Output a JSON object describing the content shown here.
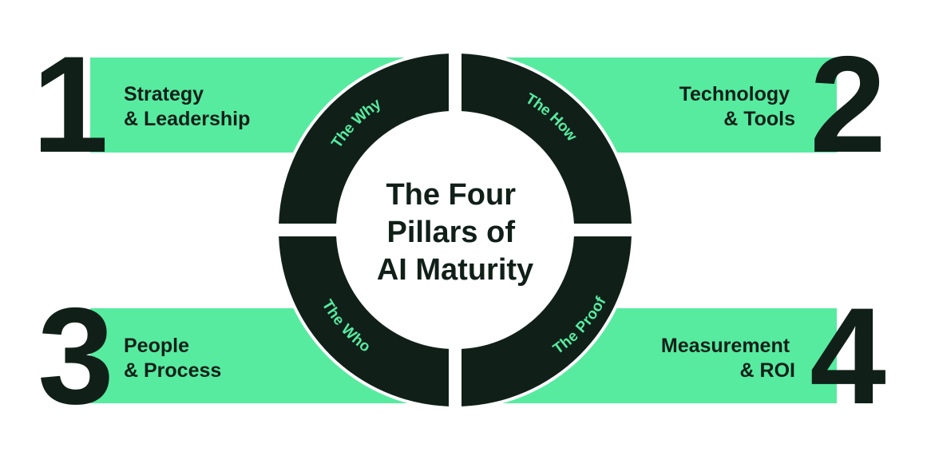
{
  "colors": {
    "accent": "#57eba0",
    "dark": "#102019",
    "background": "#ffffff"
  },
  "center": {
    "lines": [
      "The Four",
      "Pillars of",
      "AI Maturity"
    ]
  },
  "pillars": [
    {
      "number": "1",
      "lines": [
        "Strategy",
        "& Leadership"
      ],
      "arc_label": "The Why"
    },
    {
      "number": "2",
      "lines": [
        "Technology",
        "& Tools"
      ],
      "arc_label": "The How"
    },
    {
      "number": "3",
      "lines": [
        "People",
        "& Process"
      ],
      "arc_label": "The Who"
    },
    {
      "number": "4",
      "lines": [
        "Measurement",
        "& ROI"
      ],
      "arc_label": "The Proof"
    }
  ]
}
